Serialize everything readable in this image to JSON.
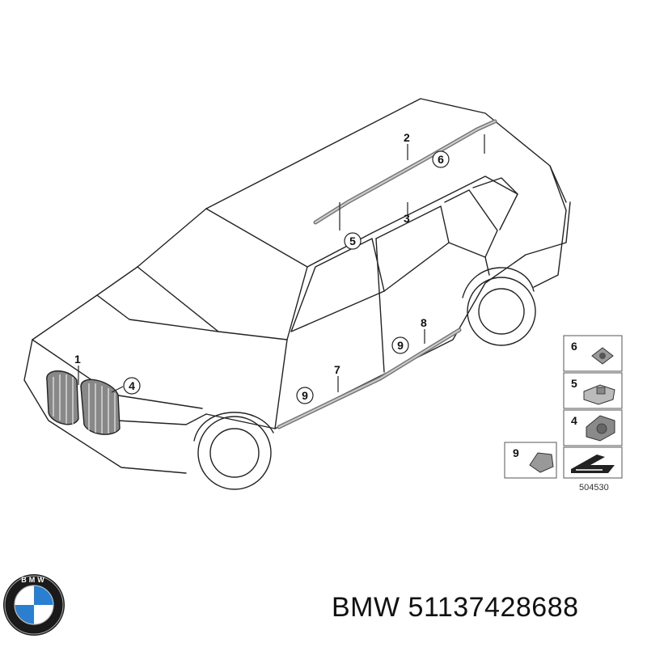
{
  "diagram": {
    "callouts": {
      "c1": "1",
      "c2": "2",
      "c3": "3",
      "c4": "4",
      "c5": "5",
      "c6": "6",
      "c7": "7",
      "c8": "8",
      "c9a": "9",
      "c9b": "9"
    },
    "legend": {
      "l6": "6",
      "l5": "5",
      "l4": "4",
      "l9": "9"
    },
    "ref_code": "504530"
  },
  "logo": {
    "letters": "BMW",
    "colors": {
      "blue": "#2a7fd0",
      "ring": "#1a1a1a"
    }
  },
  "caption": "BMW 51137428688"
}
